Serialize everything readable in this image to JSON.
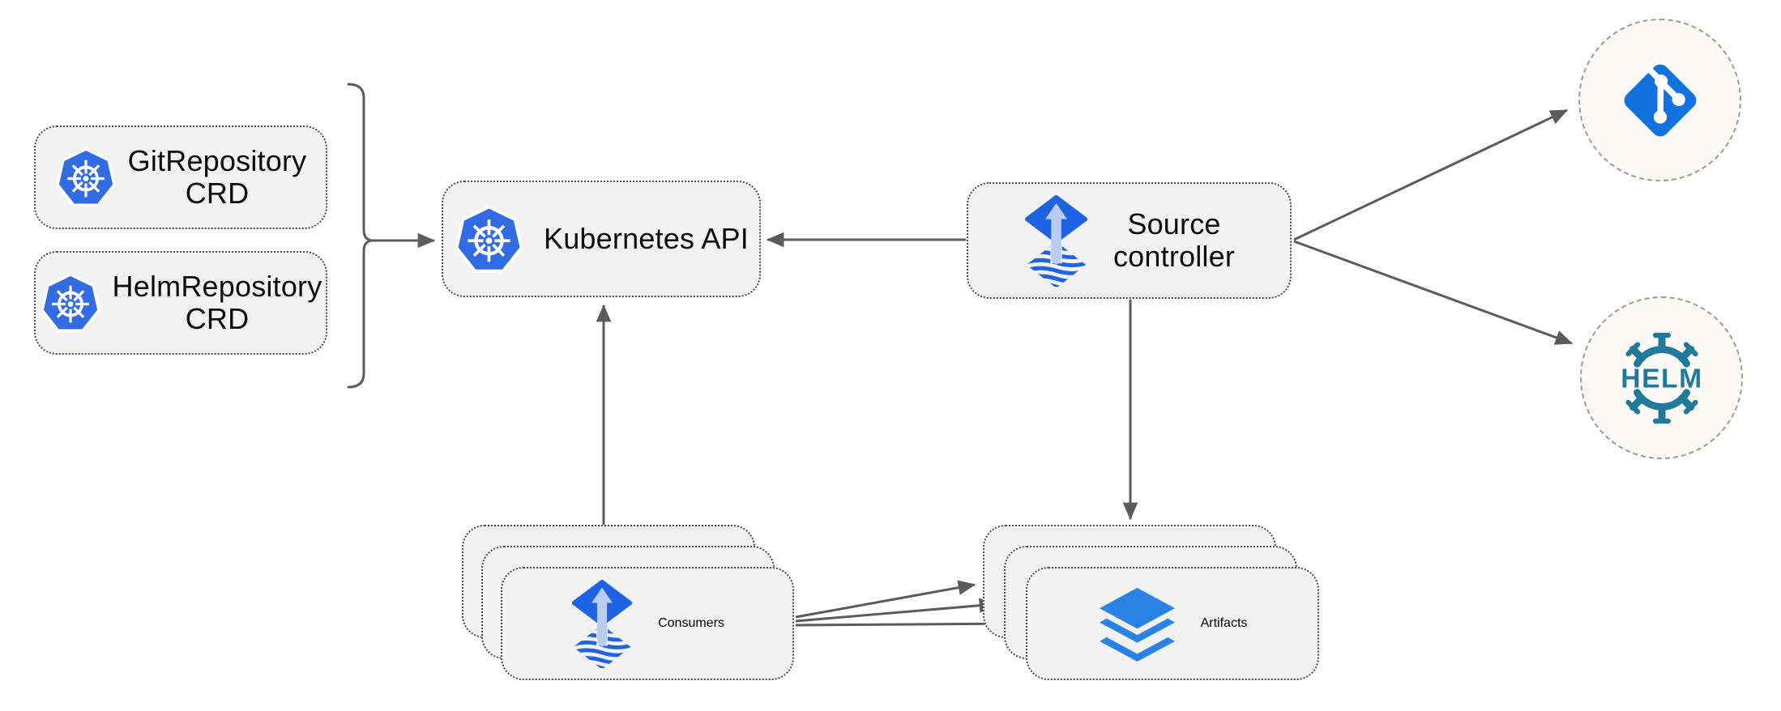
{
  "nodes": {
    "git_repository_crd": {
      "label": "GitRepository\nCRD",
      "icon": "kubernetes-icon"
    },
    "helm_repository_crd": {
      "label": "HelmRepository\nCRD",
      "icon": "kubernetes-icon"
    },
    "kubernetes_api": {
      "label": "Kubernetes API",
      "icon": "kubernetes-icon"
    },
    "source_controller": {
      "label": "Source\ncontroller",
      "icon": "flux-source-controller-icon"
    },
    "consumers": {
      "label": "Consumers",
      "icon": "flux-source-controller-icon",
      "stack_count": 3
    },
    "artifacts": {
      "label": "Artifacts",
      "icon": "layers-icon",
      "stack_count": 3
    },
    "git_remote": {
      "icon": "git-icon"
    },
    "helm_remote": {
      "label": "HELM",
      "icon": "helm-icon"
    }
  },
  "edges": [
    {
      "from": "git_repository_crd + helm_repository_crd",
      "via": "curly-brace",
      "to": "kubernetes_api",
      "arrow": true
    },
    {
      "from": "source_controller",
      "to": "kubernetes_api",
      "arrow": true
    },
    {
      "from": "consumers",
      "to": "kubernetes_api",
      "arrow": true
    },
    {
      "from": "source_controller",
      "to": "artifacts",
      "arrow": true
    },
    {
      "from": "source_controller",
      "to": "git_remote",
      "arrow": true
    },
    {
      "from": "source_controller",
      "to": "helm_remote",
      "arrow": true
    },
    {
      "from": "consumers",
      "to": "artifacts",
      "arrow": true,
      "count": 3
    }
  ],
  "colors": {
    "background": "#ffffff",
    "node_fill": "#f2f2f2",
    "node_border": "#4c4c4c",
    "circle_fill": "#faf9f5",
    "circle_border": "#9c9c9c",
    "arrow": "#5b5b5b",
    "text": "#0d0d0d",
    "kubernetes_blue": "#326CE5",
    "flux_blue": "#1d63e4",
    "flux_arrow_light": "#b9cdf2",
    "git_blue": "#1273e0",
    "helm_teal": "#217a9b",
    "layers_blue": "#2b82e5"
  }
}
